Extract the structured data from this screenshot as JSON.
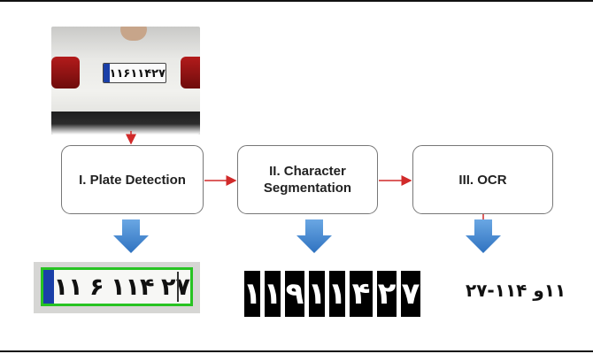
{
  "stages": [
    {
      "label_line1": "I. Plate Detection",
      "label_line2": ""
    },
    {
      "label_line1": "II. Character",
      "label_line2": "Segmentation"
    },
    {
      "label_line1": "III. OCR",
      "label_line2": ""
    }
  ],
  "car_plate_text": "۱۱۶۱۱۴۲۷",
  "detected_plate_text": "۱۱ ۶ ۱۱۴ ۲۷",
  "segmented_characters": [
    "۱",
    "۱",
    "۹",
    "۱",
    "۱",
    "۴",
    "۲",
    "۷"
  ],
  "ocr_result": "۱۱و ۱۱۴-۲۷",
  "colors": {
    "box_border": "#777777",
    "connector_red": "#d12a2a",
    "down_arrow_blue": "#4a8fd6",
    "detection_frame_green": "#27c322",
    "plate_blue_strip": "#1a3fa8"
  }
}
